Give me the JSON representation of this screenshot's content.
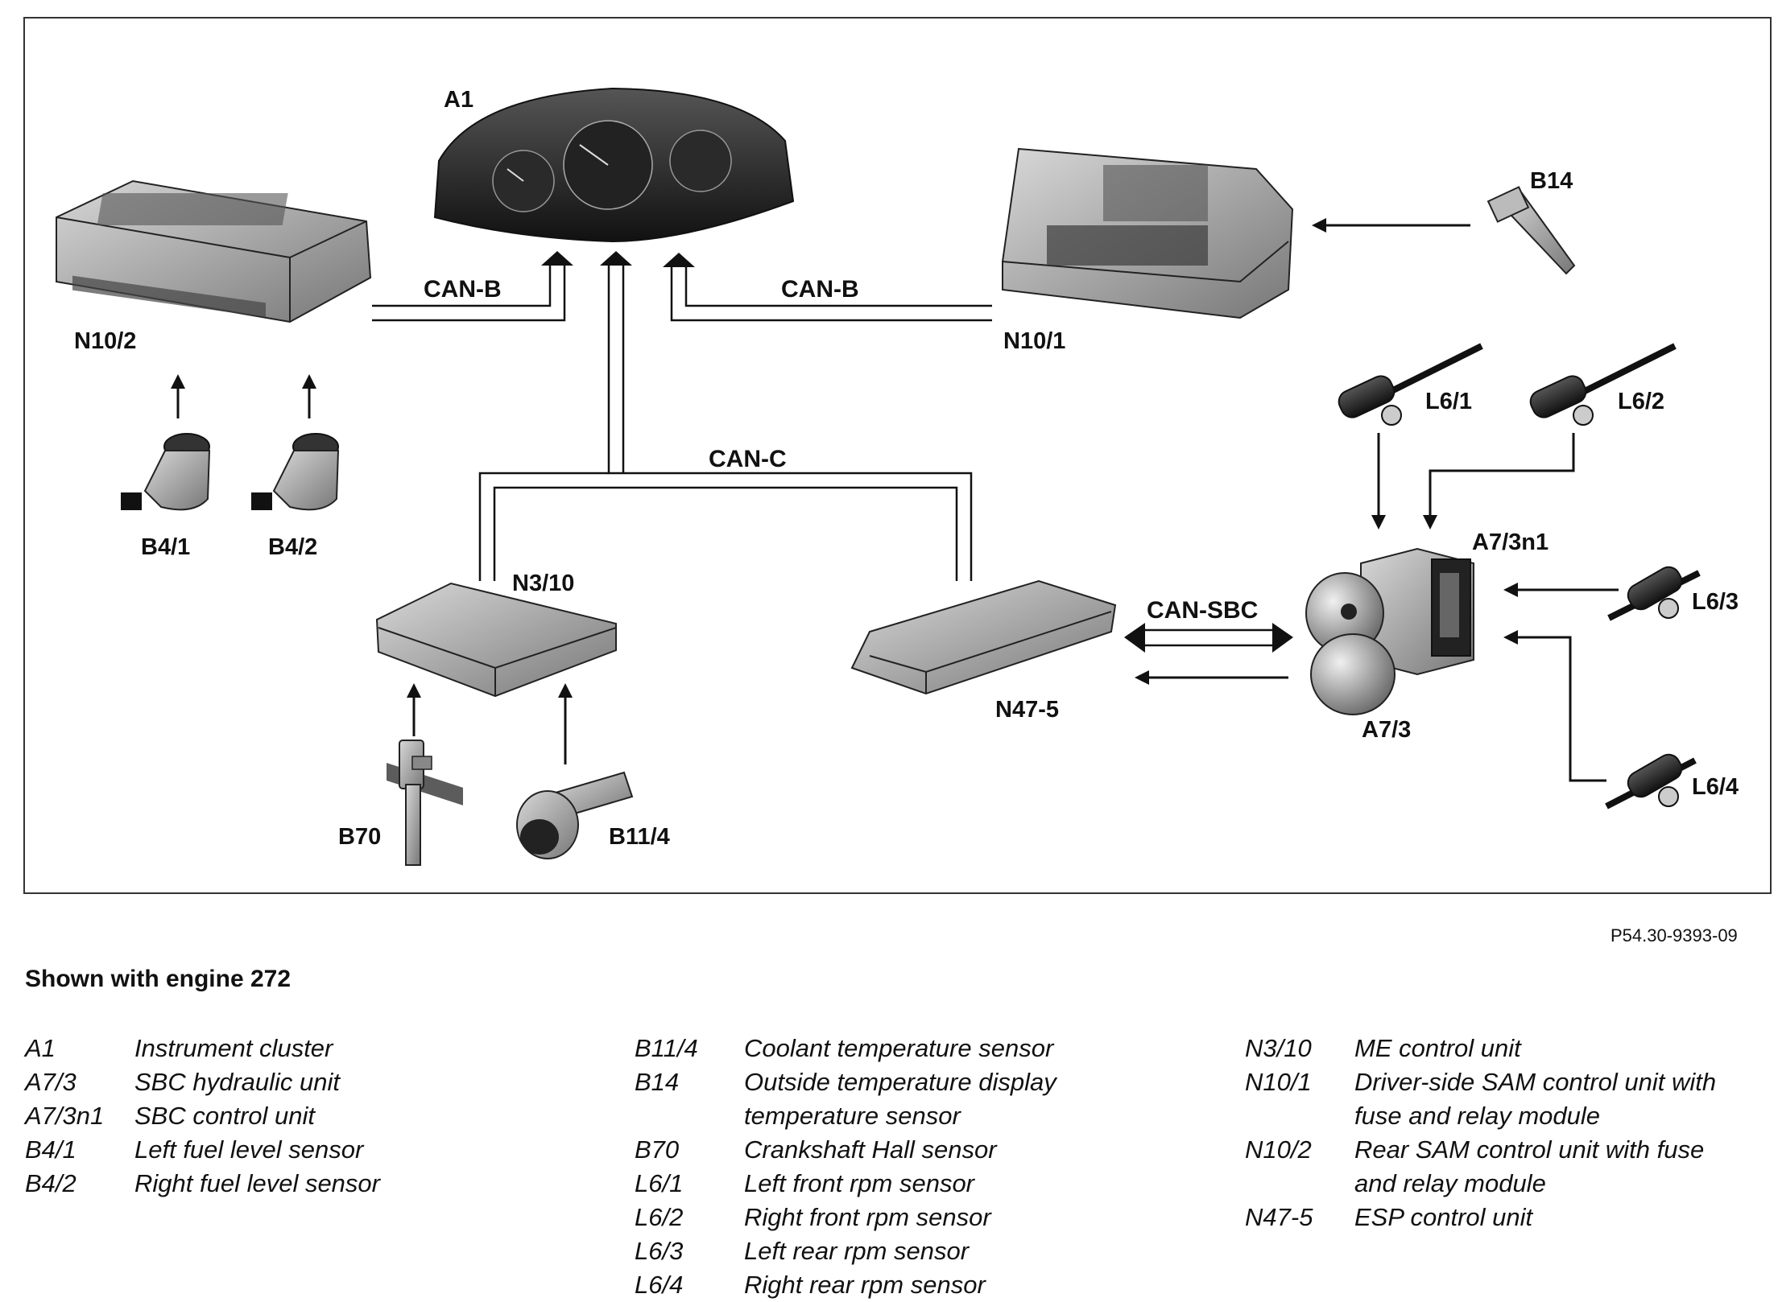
{
  "diagram": {
    "components": {
      "a1": "A1",
      "n10_2": "N10/2",
      "n10_1": "N10/1",
      "b14": "B14",
      "l6_1": "L6/1",
      "l6_2": "L6/2",
      "b4_1": "B4/1",
      "b4_2": "B4/2",
      "n3_10": "N3/10",
      "a7_3n1": "A7/3n1",
      "l6_3": "L6/3",
      "n47_5": "N47-5",
      "a7_3": "A7/3",
      "l6_4": "L6/4",
      "b70": "B70",
      "b11_4": "B11/4"
    },
    "buses": {
      "can_b_left": "CAN-B",
      "can_b_right": "CAN-B",
      "can_c": "CAN-C",
      "can_sbc": "CAN-SBC"
    }
  },
  "figure_code": "P54.30-9393-09",
  "caption": "Shown with engine 272",
  "legend": {
    "col1": [
      {
        "code": "A1",
        "desc": "Instrument cluster"
      },
      {
        "code": "A7/3",
        "desc": "SBC hydraulic unit"
      },
      {
        "code": "A7/3n1",
        "desc": "SBC control unit"
      },
      {
        "code": "B4/1",
        "desc": "Left fuel level sensor"
      },
      {
        "code": "B4/2",
        "desc": "Right fuel level sensor"
      }
    ],
    "col2": [
      {
        "code": "B11/4",
        "desc": "Coolant temperature sensor"
      },
      {
        "code": "B14",
        "desc": "Outside temperature display",
        "desc2": "temperature sensor"
      },
      {
        "code": "B70",
        "desc": "Crankshaft Hall sensor"
      },
      {
        "code": "L6/1",
        "desc": "Left front rpm sensor"
      },
      {
        "code": "L6/2",
        "desc": "Right front rpm sensor"
      },
      {
        "code": "L6/3",
        "desc": "Left rear rpm sensor"
      },
      {
        "code": "L6/4",
        "desc": "Right rear rpm sensor"
      }
    ],
    "col3": [
      {
        "code": "N3/10",
        "desc": "ME control unit"
      },
      {
        "code": "N10/1",
        "desc": "Driver-side SAM control unit with",
        "desc2": "fuse and relay module"
      },
      {
        "code": "N10/2",
        "desc": "Rear SAM control unit with fuse",
        "desc2": "and relay module"
      },
      {
        "code": "N47-5",
        "desc": "ESP control unit"
      }
    ]
  }
}
